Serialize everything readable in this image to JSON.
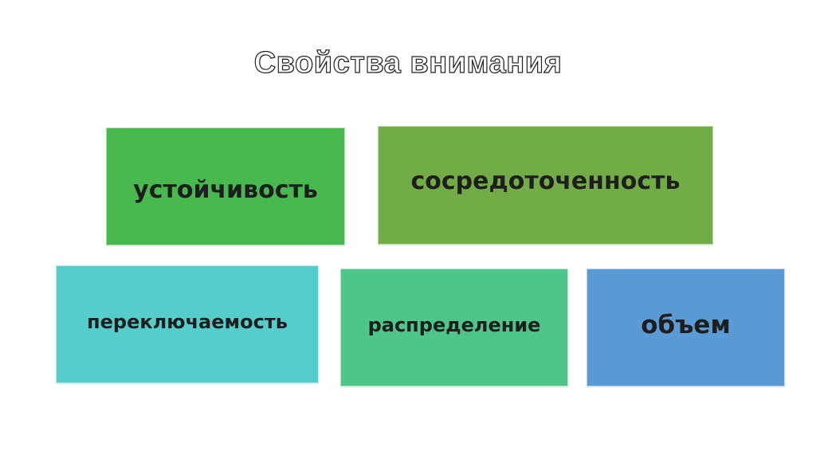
{
  "title": "Свойства внимания",
  "properties": [
    {
      "id": "ustoy",
      "label": "устойчивость",
      "color": "#48B94E"
    },
    {
      "id": "sosr",
      "label": "сосредоточенность",
      "color": "#72AC47"
    },
    {
      "id": "perekl",
      "label": "переключаемость",
      "color": "#55CDCB"
    },
    {
      "id": "raspr",
      "label": "распределение",
      "color": "#4FC689"
    },
    {
      "id": "obem",
      "label": "объем",
      "color": "#5B9BD5"
    }
  ]
}
